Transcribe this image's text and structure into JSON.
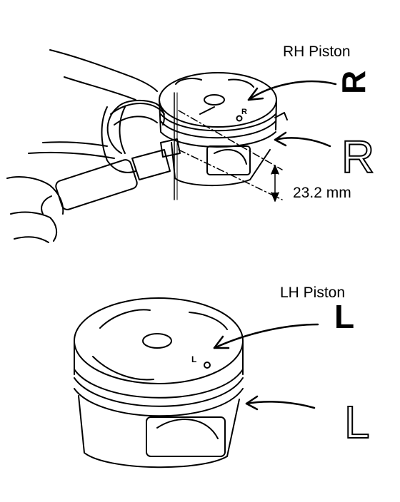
{
  "labels": {
    "rh_piston": "RH Piston",
    "lh_piston": "LH Piston",
    "dimension": "23.2 mm"
  },
  "marks": {
    "rh_top_mark": "R",
    "rh_side_mark": "R",
    "lh_top_mark": "L",
    "lh_side_mark": "L"
  },
  "colors": {
    "line": "#000000",
    "background": "#ffffff"
  }
}
